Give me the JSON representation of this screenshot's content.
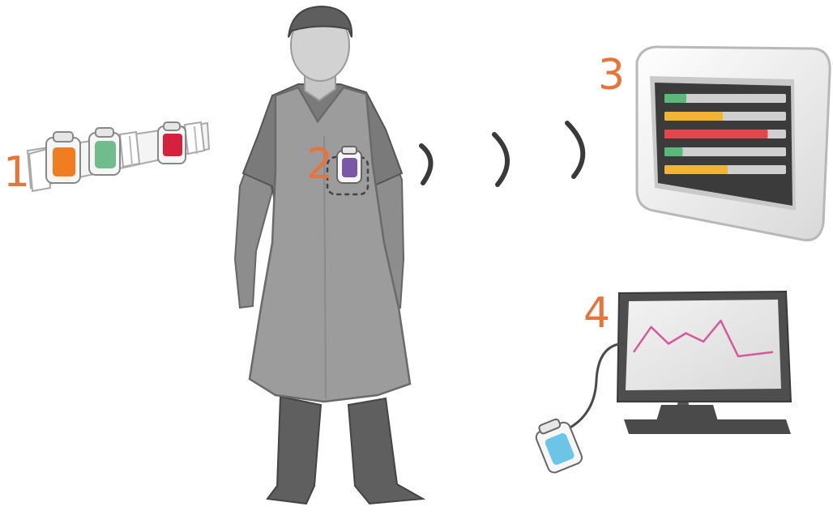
{
  "steps": [
    {
      "number": "1"
    },
    {
      "number": "2"
    },
    {
      "number": "3"
    },
    {
      "number": "4"
    }
  ],
  "colors": {
    "accent_number": "#e8743b",
    "dosimeter_orange": "#f07d1f",
    "dosimeter_green": "#6fbd8c",
    "dosimeter_red": "#d5213f",
    "dosimeter_purple": "#7b57a8",
    "dosimeter_blue": "#6cc4e6",
    "bar_green": "#5cb87a",
    "bar_yellow": "#f2b531",
    "bar_red": "#e4474b",
    "graph_line": "#d4589a"
  },
  "tablet_bars": [
    {
      "color": "green",
      "level": 0.18
    },
    {
      "color": "yellow",
      "level": 0.48
    },
    {
      "color": "red",
      "level": 0.85
    },
    {
      "color": "green",
      "level": 0.15
    },
    {
      "color": "yellow",
      "level": 0.52
    }
  ],
  "monitor_graph": {
    "series": [
      5,
      17,
      9,
      14,
      10,
      20,
      3,
      4,
      5
    ]
  },
  "icons": [
    "dosimeter-rack",
    "dosimeter",
    "person-in-lead-apron",
    "wireless-signal",
    "display-tablet",
    "desktop-monitor",
    "usb-reader"
  ]
}
